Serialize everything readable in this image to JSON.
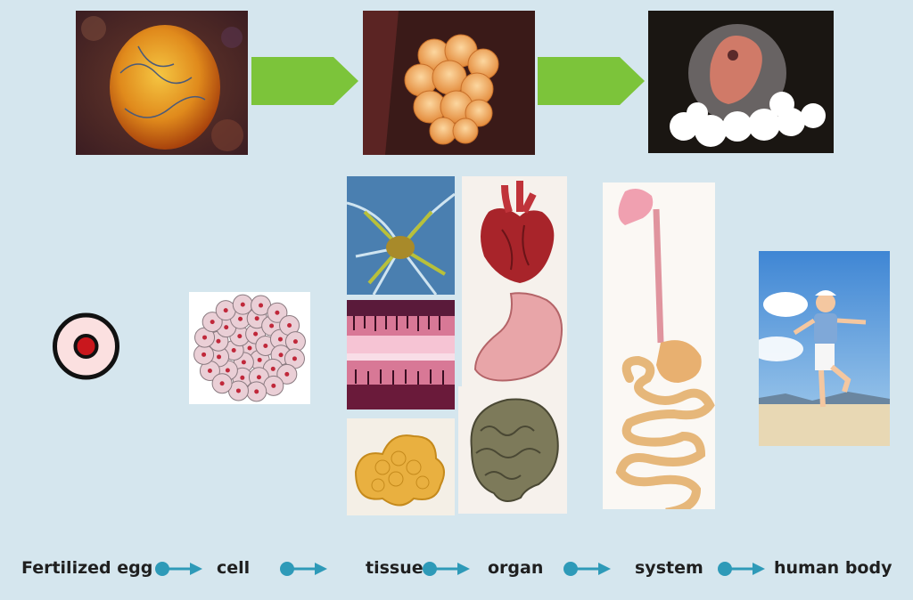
{
  "colors": {
    "background": "#d5e6ee",
    "big_arrow": "#7cc43a",
    "flow_connector": "#2e9ab8",
    "label_text": "#1f1f1f"
  },
  "top_sequence": {
    "images": [
      "fertilized-egg-photo",
      "morula-photo",
      "embryo-photo"
    ],
    "arrows": [
      "green-arrow",
      "green-arrow"
    ]
  },
  "diagram_images": {
    "egg_symbol": "fertilized-egg-icon",
    "cell_cluster": "cell-cluster-drawing",
    "tissues": [
      "nerve-tissue",
      "muscle-tissue",
      "fat-tissue"
    ],
    "organs": [
      "heart",
      "stomach",
      "brain"
    ],
    "system": "digestive-system",
    "body": "child-jumping-photo"
  },
  "flow": {
    "steps": [
      "Fertilized egg",
      "cell",
      "tissue",
      "organ",
      "system",
      "human body"
    ]
  }
}
